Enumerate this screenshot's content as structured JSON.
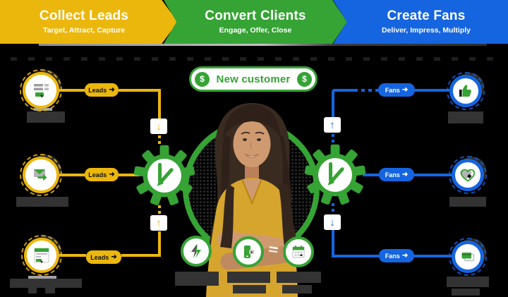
{
  "banner": {
    "stages": [
      {
        "title": "Collect Leads",
        "subtitle": "Target, Attract, Capture",
        "color": "#ECB70D"
      },
      {
        "title": "Convert Clients",
        "subtitle": "Engage, Offer, Close",
        "color": "#36A335"
      },
      {
        "title": "Create Fans",
        "subtitle": "Deliver, Impress, Multiply",
        "color": "#1565E0"
      }
    ]
  },
  "badge": {
    "label": "New customer",
    "dollar": "$"
  },
  "flow": {
    "leads_label": "Leads",
    "fans_label": "Fans"
  },
  "icons": {
    "arrow_right": "➜",
    "arrow_up": "↑",
    "arrow_down": "↓"
  },
  "left_nodes": [
    {
      "icon": "form-fields-icon"
    },
    {
      "icon": "email-send-icon"
    },
    {
      "icon": "landing-page-icon"
    }
  ],
  "right_nodes": [
    {
      "icon": "thumbs-up-icon"
    },
    {
      "icon": "loyalty-heart-icon"
    },
    {
      "icon": "payment-card-icon"
    }
  ],
  "bottom_nodes": [
    {
      "icon": "automation-bolt-icon"
    },
    {
      "icon": "mobile-message-icon"
    },
    {
      "icon": "calendar-icon"
    }
  ],
  "center": {
    "gear_logo": "keap-k-logo",
    "illustration": "smiling-woman-arms-crossed"
  },
  "colors": {
    "yellow": "#ECB70D",
    "green": "#36A335",
    "blue": "#1565E0",
    "background": "#000000",
    "redacted_label": "#333333",
    "white": "#FFFFFF"
  }
}
